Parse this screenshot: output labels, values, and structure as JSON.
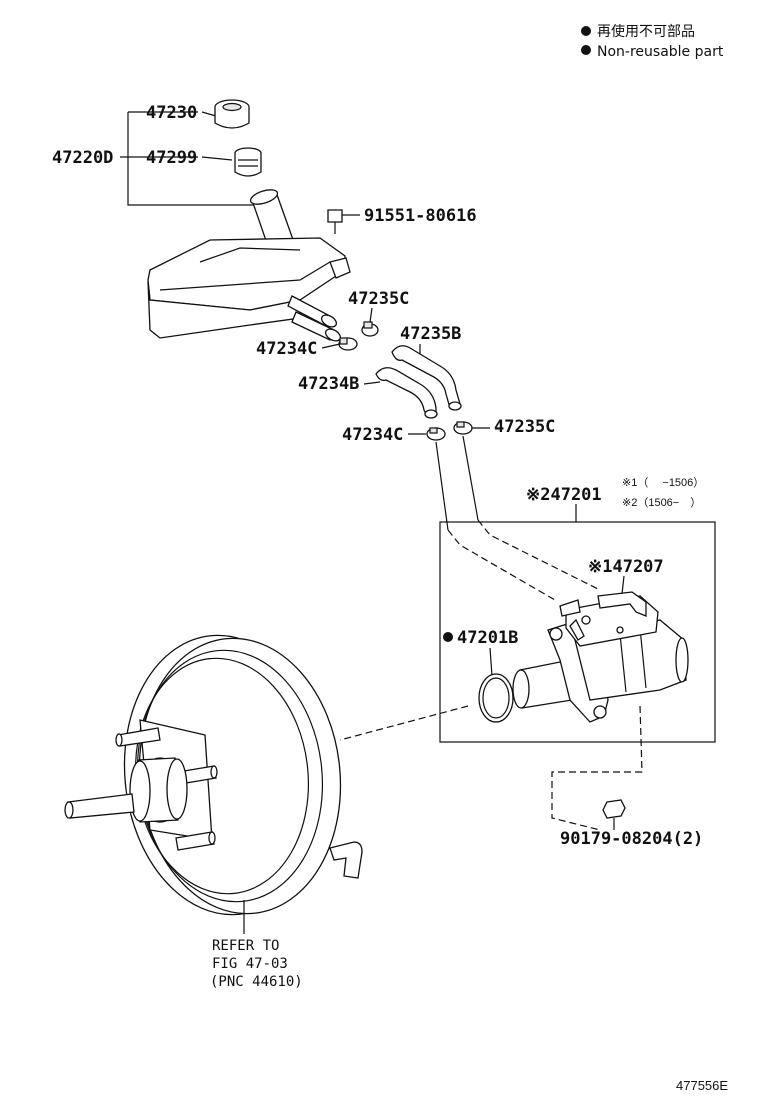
{
  "legend": {
    "items": [
      {
        "symbol": "●",
        "text": "再使用不可部品"
      },
      {
        "symbol": "●",
        "text": "Non-reusable part"
      }
    ]
  },
  "footnotes": {
    "note1": "※1（　 −1506）",
    "note2": "※2（1506−　）"
  },
  "parts": {
    "p47230": "47230",
    "p47220D": "47220D",
    "p47299": "47299",
    "p91551": "91551-80616",
    "p47235C_top": "47235C",
    "p47235B": "47235B",
    "p47234C_top": "47234C",
    "p47234B": "47234B",
    "p47234C_bottom": "47234C",
    "p47235C_bottom": "47235C",
    "p47201": "※247201",
    "p47207": "※147207",
    "p47201B": "47201B",
    "p90179": "90179-08204(2)"
  },
  "reference": {
    "line1": "REFER TO",
    "line2": "FIG 47-03",
    "line3": "(PNC 44610)"
  },
  "diagram_id": "477556E"
}
